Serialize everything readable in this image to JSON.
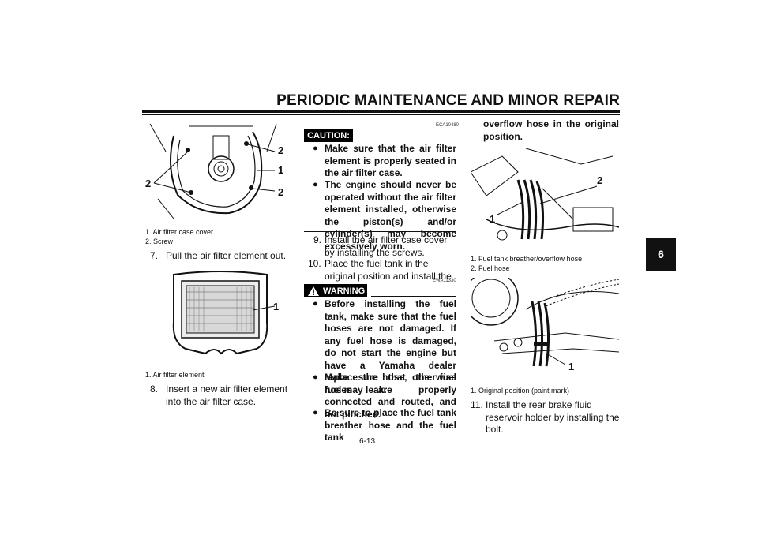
{
  "header": {
    "title": "PERIODIC MAINTENANCE AND MINOR REPAIR"
  },
  "chapter_tab": "6",
  "page_number": "6-13",
  "left_column": {
    "fig1": {
      "callouts": [
        "2",
        "1",
        "2",
        "2"
      ],
      "captions": [
        "1. Air filter case cover",
        "2. Screw"
      ]
    },
    "step7": {
      "num": "7.",
      "text": "Pull the air filter element out."
    },
    "fig2": {
      "callouts": [
        "1"
      ],
      "captions": [
        "1. Air filter element"
      ]
    },
    "step8": {
      "num": "8.",
      "text": "Insert a new air filter element into the air filter case."
    }
  },
  "middle_column": {
    "caution": {
      "label": "CAUTION:",
      "code": "ECA10480",
      "bullets": [
        "Make sure that the air filter element is properly seated in the air filter case.",
        "The engine should never be operated without the air filter element installed, otherwise the piston(s) and/or cylinder(s) may become excessively worn."
      ]
    },
    "step9": {
      "num": "9.",
      "text": "Install the air filter case cover by installing the screws."
    },
    "step10": {
      "num": "10.",
      "text": "Place the fuel tank in the original position and install the bolts."
    },
    "warning": {
      "label": "WARNING",
      "code": "EWA11330",
      "bullets": [
        "Before installing the fuel tank, make sure that the fuel hoses are not damaged. If any fuel hose is damaged, do not start the engine but have a Yamaha dealer replace the hose, otherwise fuel may leak.",
        "Make sure that the fuel hoses are properly connected and routed, and not pinched.",
        "Be sure to place the fuel tank breather hose and the fuel tank"
      ]
    }
  },
  "right_column": {
    "heading": "overflow hose in the original position.",
    "fig3": {
      "callouts": [
        "2",
        "1"
      ],
      "captions": [
        "1. Fuel tank breather/overflow hose",
        "2. Fuel hose"
      ]
    },
    "fig4": {
      "callouts": [
        "1"
      ],
      "captions": [
        "1. Original position (paint mark)"
      ]
    },
    "step11": {
      "num": "11.",
      "text": "Install the rear brake fluid reservoir holder by installing the bolt."
    }
  },
  "icons": {
    "warning": "warning-triangle-icon"
  }
}
